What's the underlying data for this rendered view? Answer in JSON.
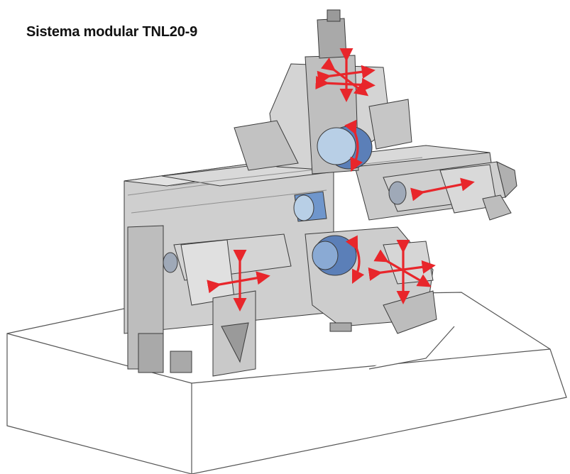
{
  "title": "Sistema modular TNL20-9",
  "colors": {
    "body": "#c9c9c9",
    "body_light": "#e2e2e2",
    "body_dark": "#8f8f8f",
    "outline": "#3a3a3a",
    "turret_blue": "#5b7fb8",
    "turret_light": "#b8cfe6",
    "spindle_blue": "#6f96cc",
    "arrow_red": "#e8262b",
    "base_line": "#555555"
  },
  "icons": {
    "motion_arrows": "red-double-headed-arrow",
    "axis_cross": "red-cross-arrows"
  }
}
